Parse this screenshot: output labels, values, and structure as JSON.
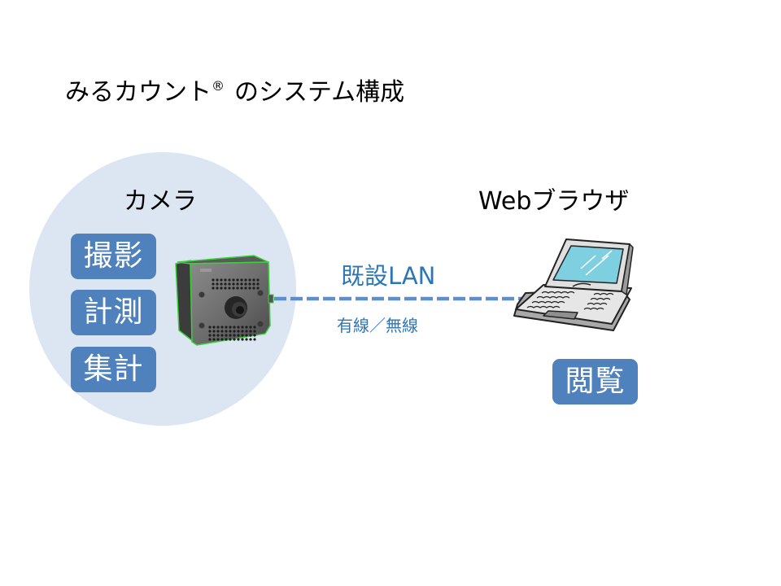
{
  "title": {
    "main": "みるカウント",
    "registered_mark": "®",
    "suffix": "のシステム構成"
  },
  "camera": {
    "label": "カメラ",
    "functions": [
      "撮影",
      "計測",
      "集計"
    ],
    "icon": "camera-device-icon"
  },
  "network": {
    "label": "既設LAN",
    "sublabel": "有線／無線",
    "line_style": "dashed"
  },
  "browser": {
    "label": "Webブラウザ",
    "icon": "laptop-icon",
    "function": "閲覧"
  },
  "colors": {
    "circle_fill": "#dce6f2",
    "badge_fill": "#4f81bd",
    "badge_text": "#ffffff",
    "network_text": "#2e75b6",
    "network_line": "#5b8fd4"
  }
}
